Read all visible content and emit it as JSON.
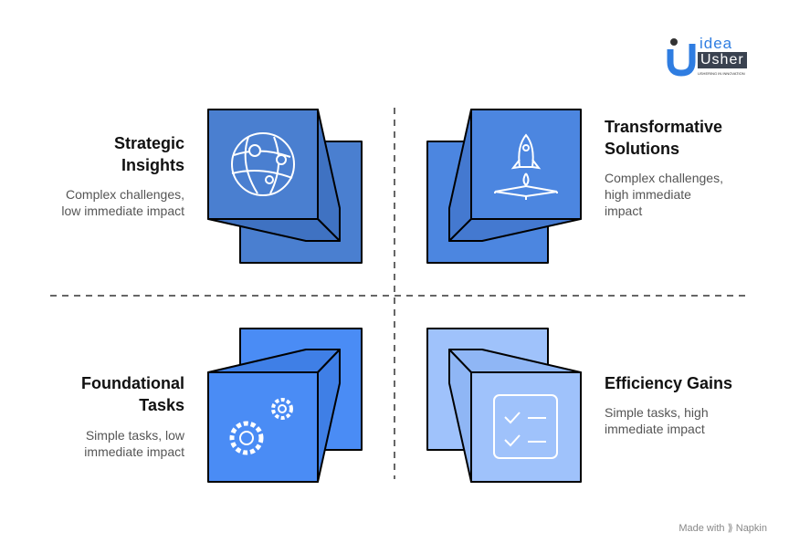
{
  "quadrants": [
    {
      "title_line1": "Strategic",
      "title_line2": "Insights",
      "desc_line1": "Complex challenges,",
      "desc_line2": "low immediate impact",
      "icon": "globe-network-icon",
      "color": "#4a7fd0"
    },
    {
      "title_line1": "Transformative",
      "title_line2": "Solutions",
      "desc_line1": "Complex challenges,",
      "desc_line2": "high immediate",
      "desc_line3": "impact",
      "icon": "rocket-launch-icon",
      "color": "#4c86e0"
    },
    {
      "title_line1": "Foundational",
      "title_line2": "Tasks",
      "desc_line1": "Simple tasks, low",
      "desc_line2": "immediate impact",
      "icon": "gears-icon",
      "color": "#4a8cf5"
    },
    {
      "title_line1": "Efficiency Gains",
      "desc_line1": "Simple tasks, high",
      "desc_line2": "immediate impact",
      "icon": "checklist-icon",
      "color": "#9fc2fb"
    }
  ],
  "logo": {
    "line1": "idea",
    "line2": "Usher",
    "tagline": "USHERING IN INNOVATION"
  },
  "footer": {
    "made_with": "Made with",
    "brand": "Napkin"
  }
}
